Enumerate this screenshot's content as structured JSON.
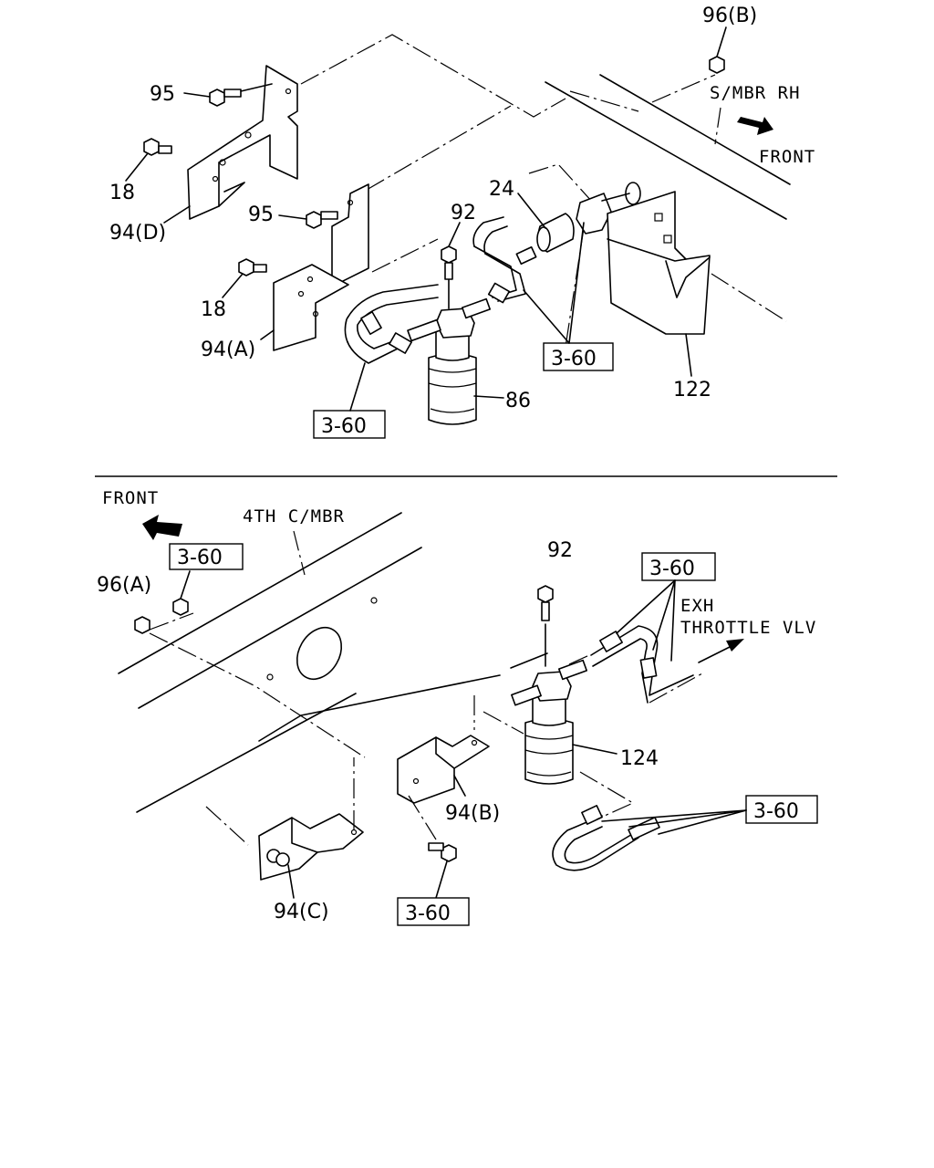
{
  "top": {
    "labels": {
      "l96b": "96(B)",
      "l95a": "95",
      "l18a": "18",
      "l94d": "94(D)",
      "l95b": "95",
      "l18b": "18",
      "l94a": "94(A)",
      "l92": "92",
      "l24": "24",
      "l86": "86",
      "l122": "122",
      "ref1": "3-60",
      "ref2": "3-60"
    },
    "text": {
      "smbr": "S/MBR RH",
      "front": "FRONT"
    }
  },
  "bottom": {
    "labels": {
      "l96a": "96(A)",
      "l92": "92",
      "l124": "124",
      "l94b": "94(B)",
      "l94c": "94(C)",
      "ref1": "3-60",
      "ref2": "3-60",
      "ref3": "3-60",
      "ref4": "3-60"
    },
    "text": {
      "front": "FRONT",
      "cmbr": "4TH C/MBR",
      "exh": "EXH",
      "throttle": "THROTTLE VLV"
    }
  }
}
